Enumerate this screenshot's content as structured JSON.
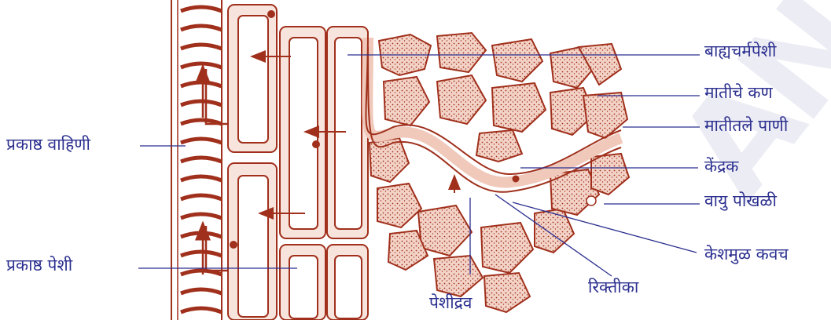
{
  "labels": {
    "epidermis_cell": "बाह्यचर्मपेशी",
    "soil_particles": "मातीचे कण",
    "soil_water": "मातीतले पाणी",
    "nucleus": "केंद्रक",
    "air_bubble": "वायु पोखळी",
    "xylem_vessel": "प्रकाष्ठ वाहिणी",
    "xylem_cell": "प्रकाष्ठ पेशी",
    "root_hair_sheath": "केशमुळ कवच",
    "vacuole": "रिक्तीका",
    "cytoplasm": "पेशीद्रव"
  },
  "watermark": "AN",
  "colors": {
    "outline": "#a0301c",
    "fill": "#f7e4dc",
    "label": "#2b2f8f",
    "leader": "#2b2f8f",
    "watermark": "#ececf4"
  }
}
